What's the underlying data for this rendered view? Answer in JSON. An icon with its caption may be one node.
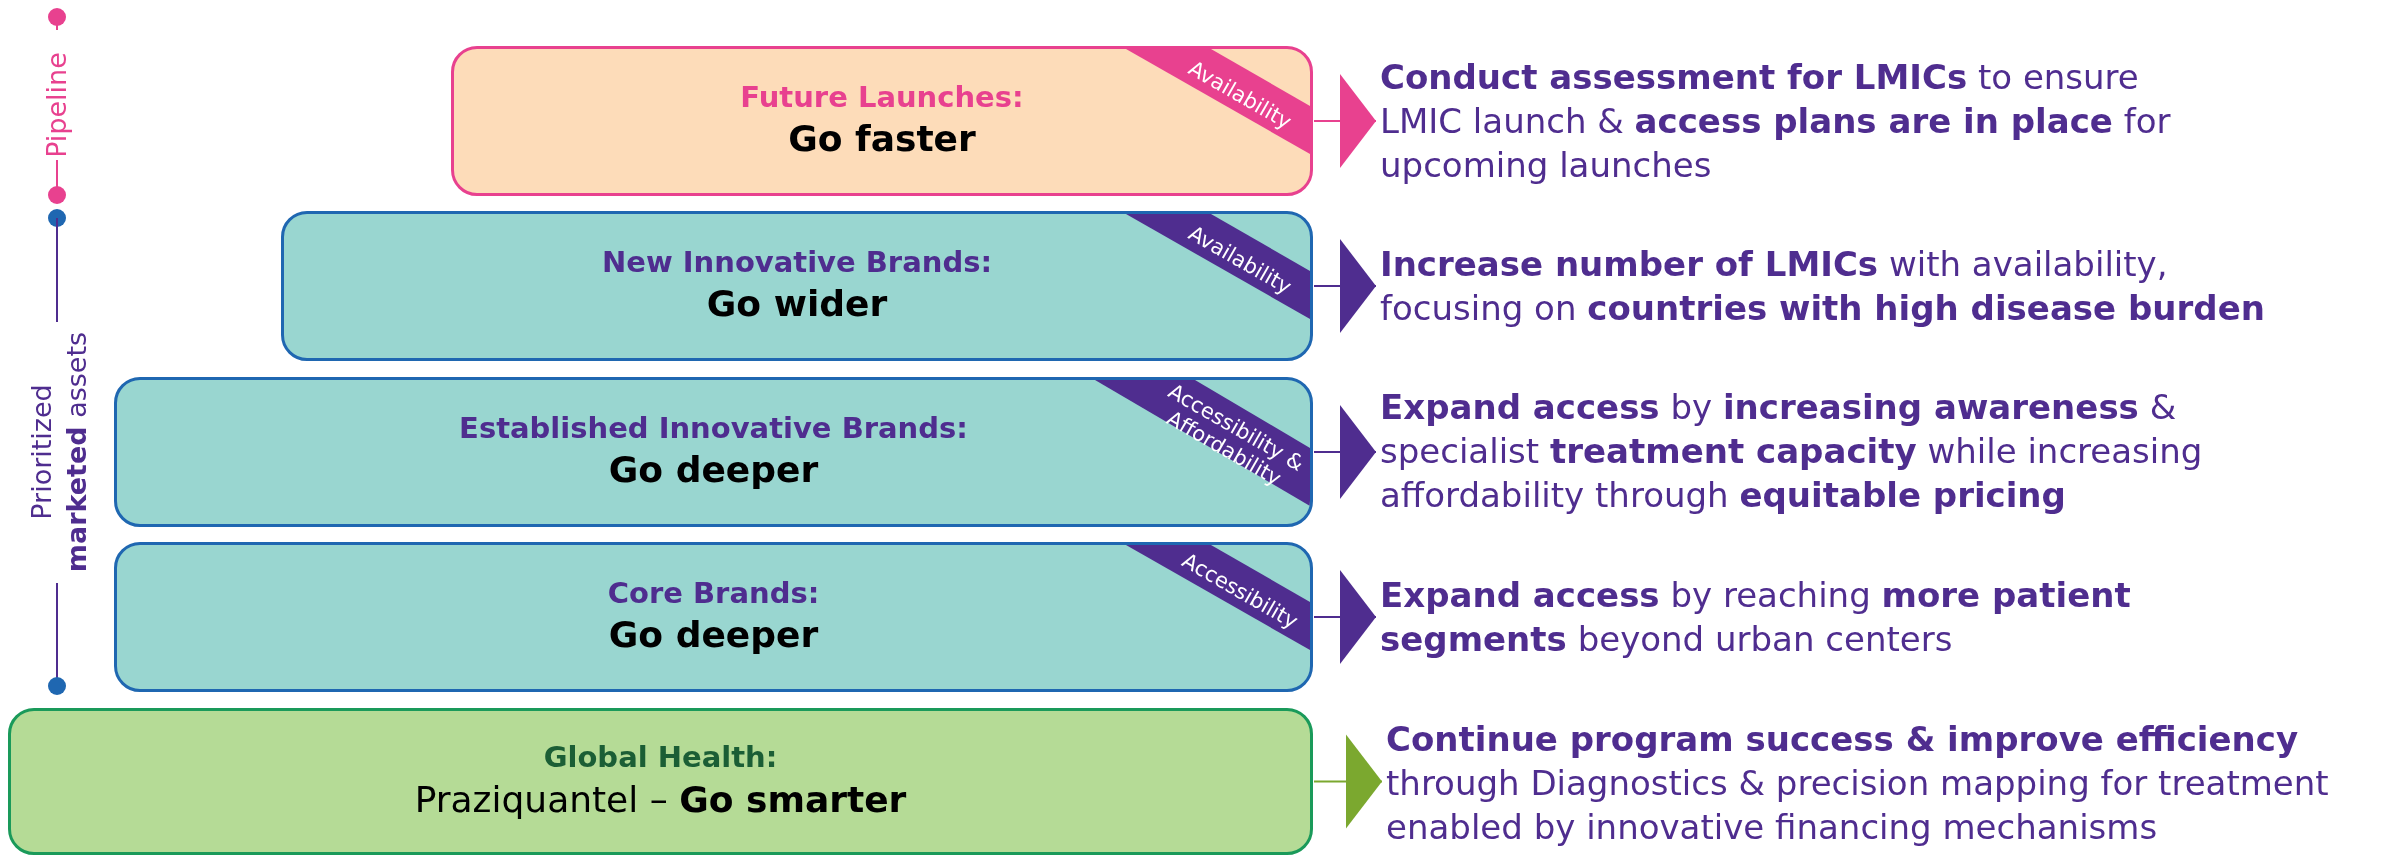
{
  "diagram": {
    "nodes": [
      {
        "text": [
          "Future Launches:",
          "Go faster"
        ]
      },
      {
        "text": [
          "Availability"
        ],
        "in": 0
      },
      {
        "text": [
          "**Conduct assessment for LMICs** to ensure LMIC launch & **access plans are in place** for upcoming launches"
        ]
      },
      {
        "text": [
          "New Innovative Brands:",
          "Go wider"
        ]
      },
      {
        "text": [
          "Availability"
        ],
        "in": 3
      },
      {
        "text": [
          "**Increase number of LMICs** with availability, focusing on **countries with high disease burden**"
        ]
      },
      {
        "text": [
          "Established Innovative Brands:",
          "Go deeper"
        ]
      },
      {
        "text": [
          "Accessibility & Affordability"
        ],
        "in": 6
      },
      {
        "text": [
          "**Expand access** by **increasing awareness** & specialist **treatment capacity** while increasing affordability through **equitable pricing**"
        ]
      },
      {
        "text": [
          "Core Brands:",
          "Go deeper"
        ]
      },
      {
        "text": [
          "Accessibility"
        ],
        "in": 9
      },
      {
        "text": [
          "**Expand access** by reaching **more patient segments** beyond urban centers"
        ]
      },
      {
        "text": [
          "Global Health:",
          "Praziquantel – **Go smarter**"
        ]
      },
      {
        "text": [
          "**Continue program success & improve efficiency** through Diagnostics & precision mapping for treatment enabled by innovative financing mechanisms"
        ]
      }
    ],
    "edges": [
      {
        "from": 0,
        "to": 2,
        "arrow": "to",
        "color": "#e8418f"
      },
      {
        "from": 3,
        "to": 5,
        "arrow": "to"
      },
      {
        "from": 6,
        "to": 8,
        "arrow": "to"
      },
      {
        "from": 9,
        "to": 11,
        "arrow": "to"
      },
      {
        "from": 12,
        "to": 13,
        "arrow": "to",
        "color": "#7ba82f"
      }
    ],
    "labels": [
      "Pipeline",
      "Prioritized **marketed** assets"
    ]
  }
}
